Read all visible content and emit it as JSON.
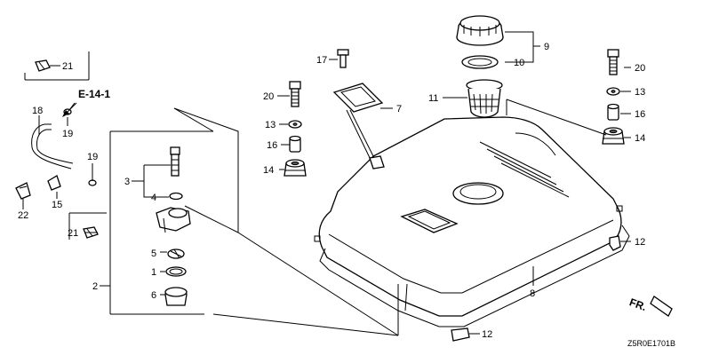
{
  "diagram": {
    "ref_code": "E-14-1",
    "direction_label": "FR.",
    "diagram_code": "Z5R0E1701B",
    "callouts": {
      "c1": "1",
      "c2": "2",
      "c3": "3",
      "c4": "4",
      "c5": "5",
      "c6": "6",
      "c7": "7",
      "c8": "8",
      "c9": "9",
      "c10": "10",
      "c11": "11",
      "c12a": "12",
      "c12b": "12",
      "c13a": "13",
      "c13b": "13",
      "c14a": "14",
      "c14b": "14",
      "c15": "15",
      "c16a": "16",
      "c16b": "16",
      "c17": "17",
      "c18": "18",
      "c19a": "19",
      "c19b": "19",
      "c20a": "20",
      "c20b": "20",
      "c21a": "21",
      "c21b": "21",
      "c22": "22"
    }
  }
}
